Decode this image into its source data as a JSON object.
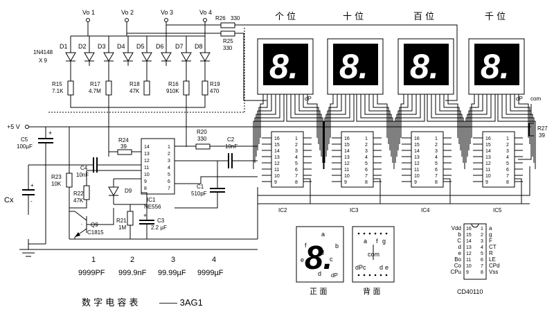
{
  "title": "数 字 电 容 表",
  "model": "—— 3AG1",
  "supply_label": "+5 V",
  "vo_labels": [
    "Vo 1",
    "Vo 2",
    "Vo 3",
    "Vo 4"
  ],
  "diode_array": {
    "part": "1N4148",
    "count": "X 9"
  },
  "diodes": [
    "D1",
    "D2",
    "D3",
    "D4",
    "D5",
    "D6",
    "D7",
    "D8"
  ],
  "upper_resistors": [
    {
      "ref": "R15",
      "value": "7.1K"
    },
    {
      "ref": "R17",
      "value": "4.7M"
    },
    {
      "ref": "R18",
      "value": "47K"
    },
    {
      "ref": "R16",
      "value": "910K"
    },
    {
      "ref": "R19",
      "value": "470"
    }
  ],
  "r26": {
    "ref": "R26",
    "value": "330"
  },
  "r25": {
    "ref": "R25",
    "value": "330"
  },
  "digit_positions": [
    "个 位",
    "十 位",
    "百 位",
    "千 位"
  ],
  "display_char": "8.",
  "dp_label": "dP",
  "com_label": "com",
  "r27": {
    "ref": "R27",
    "value": "39"
  },
  "ic_labels": [
    "IC2",
    "IC3",
    "IC4",
    "IC5"
  ],
  "ic_pins_left": [
    "16",
    "15",
    "14",
    "13",
    "12",
    "11",
    "10",
    "9"
  ],
  "ic_pins_right": [
    "1",
    "2",
    "3",
    "4",
    "5",
    "6",
    "7",
    "8"
  ],
  "ic1": {
    "ref": "IC1",
    "part": "NE556",
    "pins_left": [
      "14",
      "13",
      "12",
      "11",
      "10",
      "9",
      "8"
    ],
    "pins_right": [
      "1",
      "2",
      "3",
      "4",
      "5",
      "6",
      "7"
    ]
  },
  "c5": {
    "ref": "C5",
    "value": "100µF"
  },
  "r24": {
    "ref": "R24",
    "value": "39"
  },
  "r20": {
    "ref": "R20",
    "value": "330"
  },
  "c2": {
    "ref": "C2",
    "value": "10nF"
  },
  "c4": {
    "ref": "C4",
    "value": "10nF"
  },
  "r23": {
    "ref": "R23",
    "value": "10K"
  },
  "r22": {
    "ref": "R22",
    "value": "47K"
  },
  "d9": "D9",
  "c1": {
    "ref": "C1",
    "value": "510pF"
  },
  "r21": {
    "ref": "R21",
    "value": "1M"
  },
  "c3": {
    "ref": "C3",
    "value": "2.2 µF"
  },
  "q9": {
    "ref": "Q9",
    "part": "C1815"
  },
  "cx_label": "Cx",
  "ranges": [
    {
      "num": "1",
      "label": "9999PF"
    },
    {
      "num": "2",
      "label": "999.9nF"
    },
    {
      "num": "3",
      "label": "99.99µF"
    },
    {
      "num": "4",
      "label": "9999µF"
    }
  ],
  "front_label": "正 面",
  "back_label": "背 面",
  "seg_letters": [
    "a",
    "b",
    "c",
    "d",
    "e",
    "f",
    "g",
    "dP"
  ],
  "back_pins_top": [
    "a",
    "f",
    "g"
  ],
  "back_pins_bottom": [
    "dPc",
    "d",
    "e"
  ],
  "cd40110": {
    "part": "CD40110",
    "pins_left": [
      "16",
      "15",
      "14",
      "13",
      "12",
      "11",
      "10",
      "9"
    ],
    "pins_right": [
      "1",
      "2",
      "3",
      "4",
      "5",
      "6",
      "7",
      "8"
    ],
    "names_left": [
      "Vdd",
      "b",
      "C",
      "d",
      "e",
      "Bo",
      "Co",
      "CPu"
    ],
    "names_right": [
      "a",
      "g",
      "F",
      "CT",
      "R",
      "LE",
      "CPd",
      "Vss"
    ]
  }
}
